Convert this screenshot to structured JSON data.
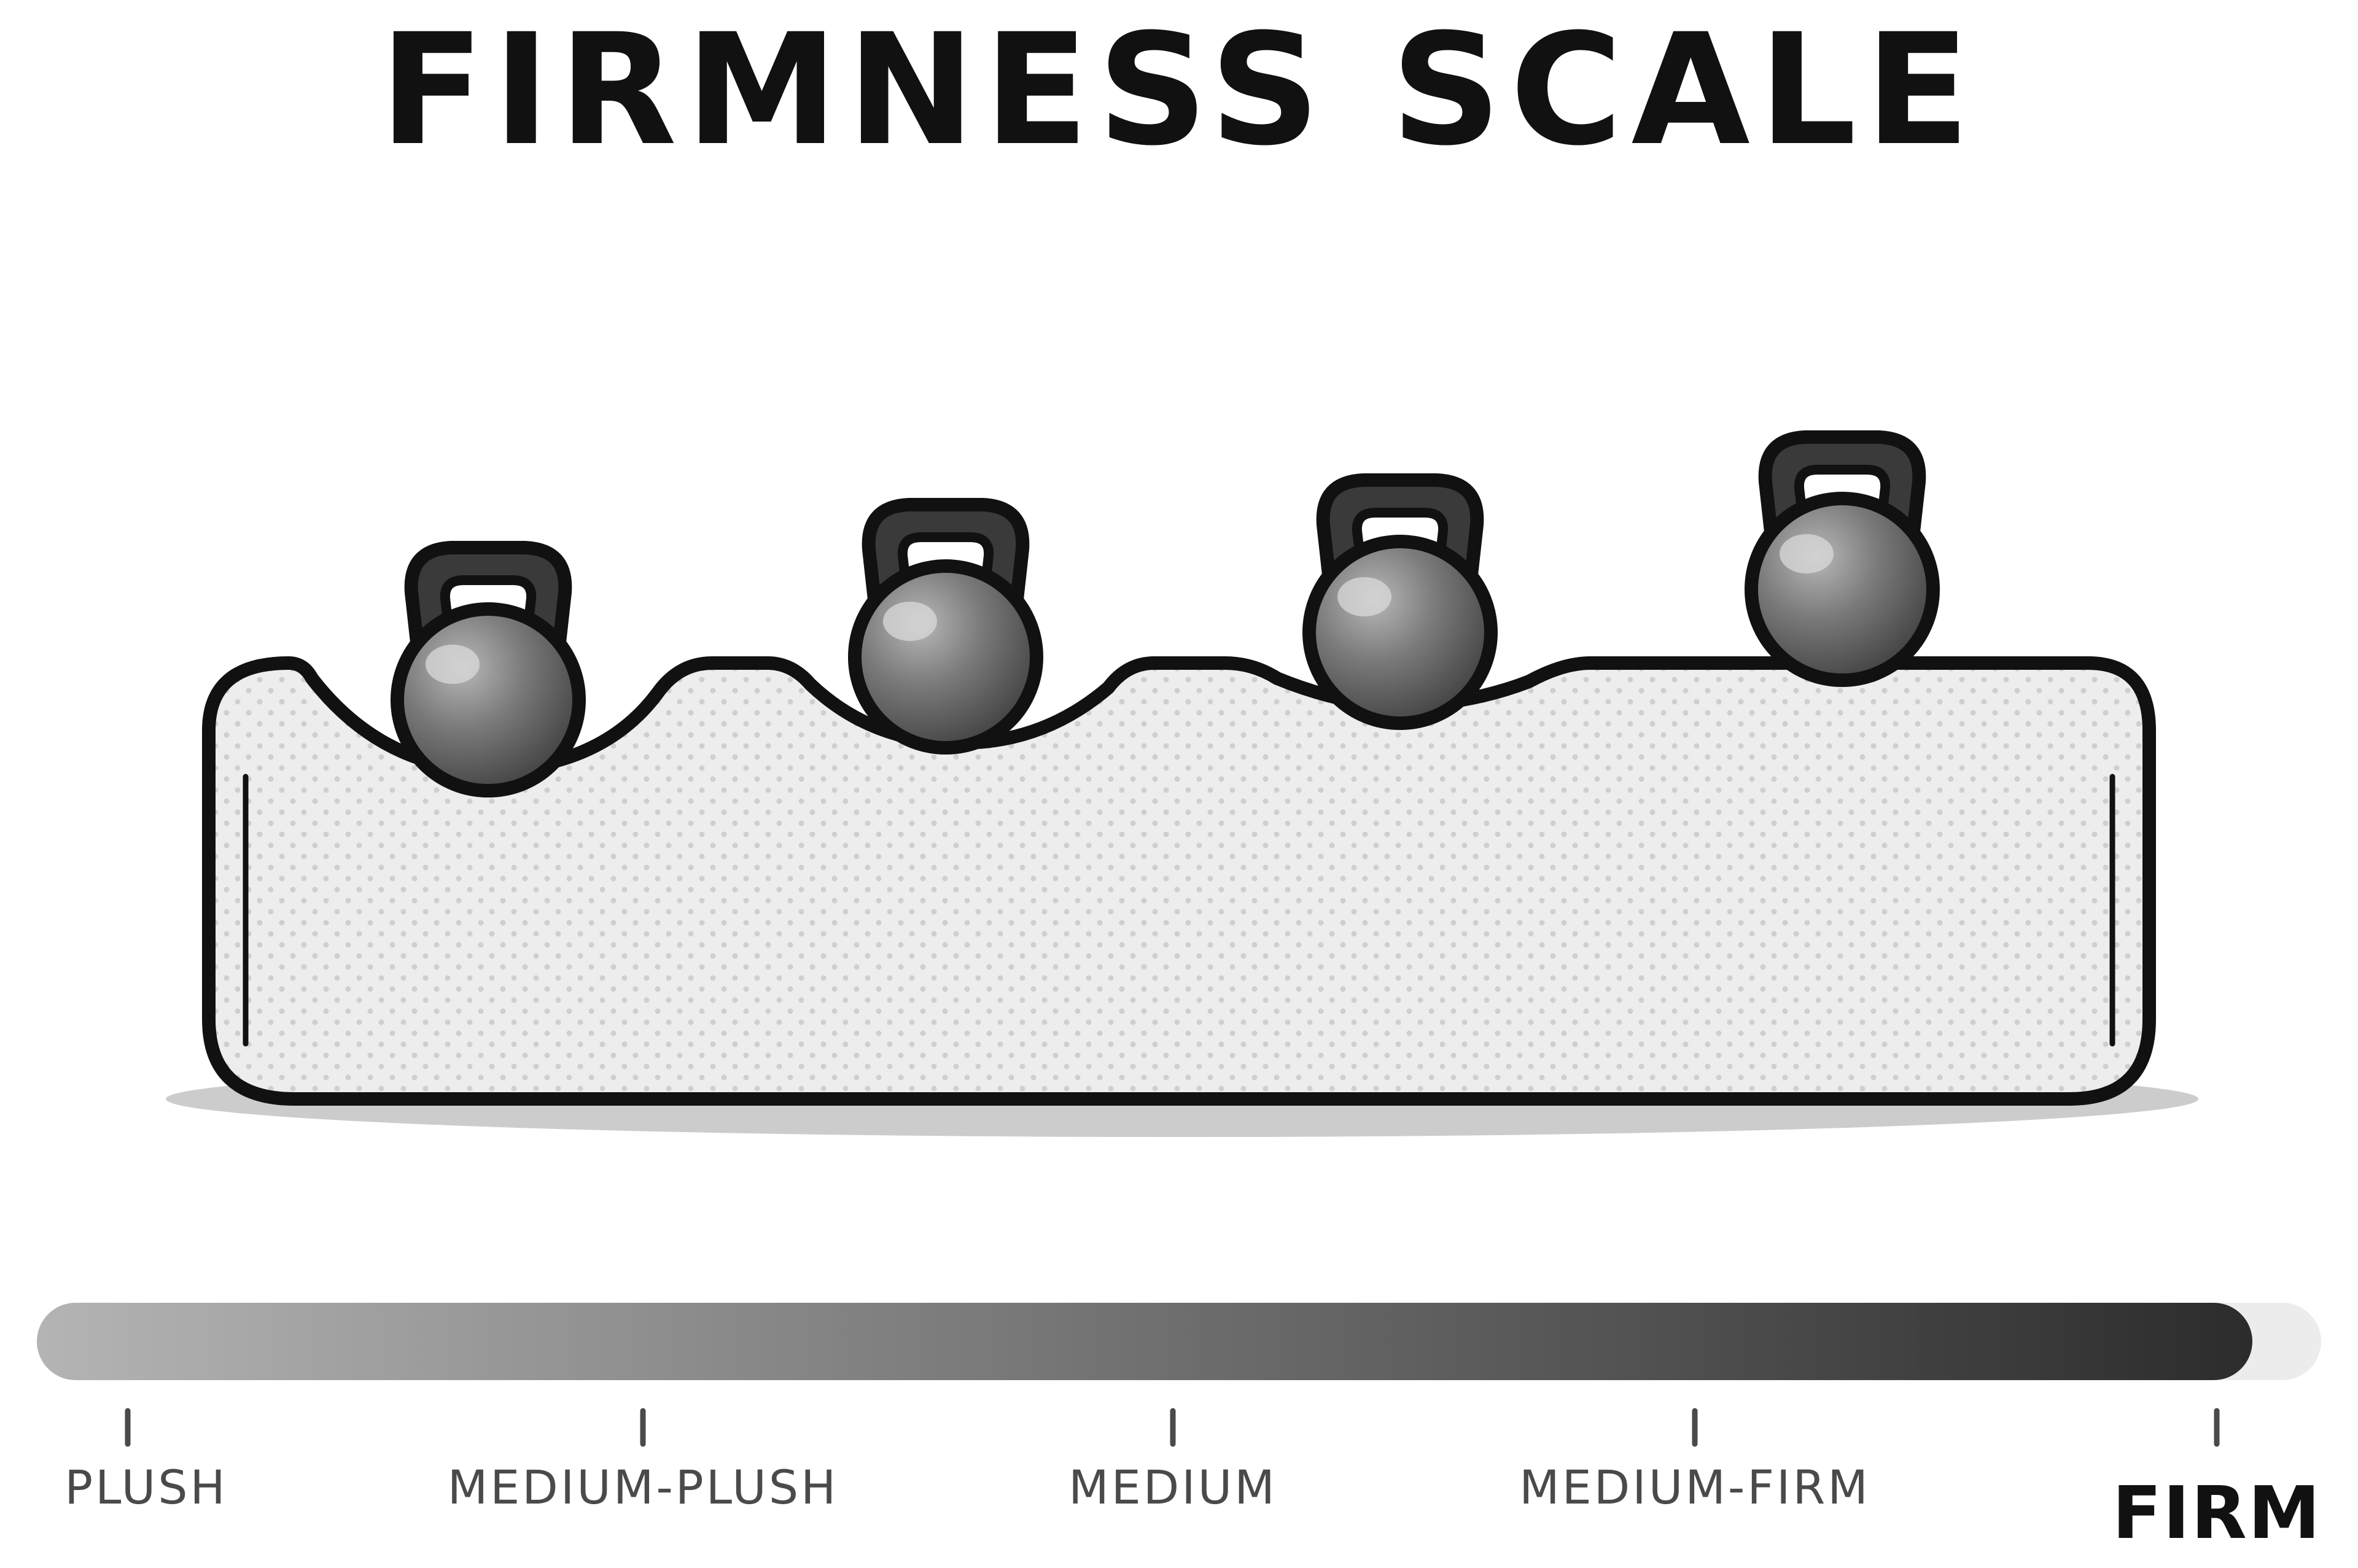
{
  "title": "FIRMNESS SCALE",
  "scale": {
    "levels": [
      "PLUSH",
      "MEDIUM-PLUSH",
      "MEDIUM",
      "MEDIUM-FIRM",
      "FIRM"
    ],
    "selected": "FIRM",
    "fill_fraction": 0.97
  },
  "colors": {
    "track_start": "#b4b4b4",
    "track_end": "#2c2c2c",
    "track_rest": "#ececec",
    "outline": "#111111",
    "foam": "#ededed",
    "kettlebell": "#5a5a5a"
  },
  "icons": {
    "weight": "kettlebell-icon",
    "mattress": "mattress-icon"
  }
}
